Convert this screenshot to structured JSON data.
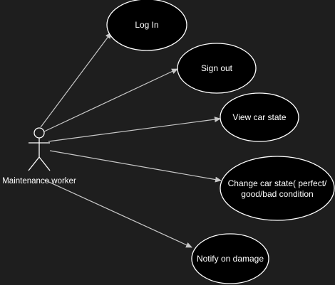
{
  "diagram": {
    "type": "use-case",
    "actor": {
      "name": "Maintenance worker"
    },
    "use_cases": [
      {
        "lines": [
          "Log In"
        ]
      },
      {
        "lines": [
          "Sign out"
        ]
      },
      {
        "lines": [
          "View car state"
        ]
      },
      {
        "lines": [
          "Change car state( perfect/",
          "good/bad condition"
        ]
      },
      {
        "lines": [
          "Notify on damage"
        ]
      }
    ],
    "associations": [
      {
        "from": "Maintenance worker",
        "to": "Log In"
      },
      {
        "from": "Maintenance worker",
        "to": "Sign out"
      },
      {
        "from": "Maintenance worker",
        "to": "View car state"
      },
      {
        "from": "Maintenance worker",
        "to": "Change car state( perfect/ good/bad condition"
      },
      {
        "from": "Maintenance worker",
        "to": "Notify on damage"
      }
    ],
    "colors": {
      "background": "#1e1e1e",
      "ellipse_fill": "#000000",
      "stroke": "#ffffff",
      "connector": "#c8c8c8",
      "text": "#ffffff"
    }
  }
}
